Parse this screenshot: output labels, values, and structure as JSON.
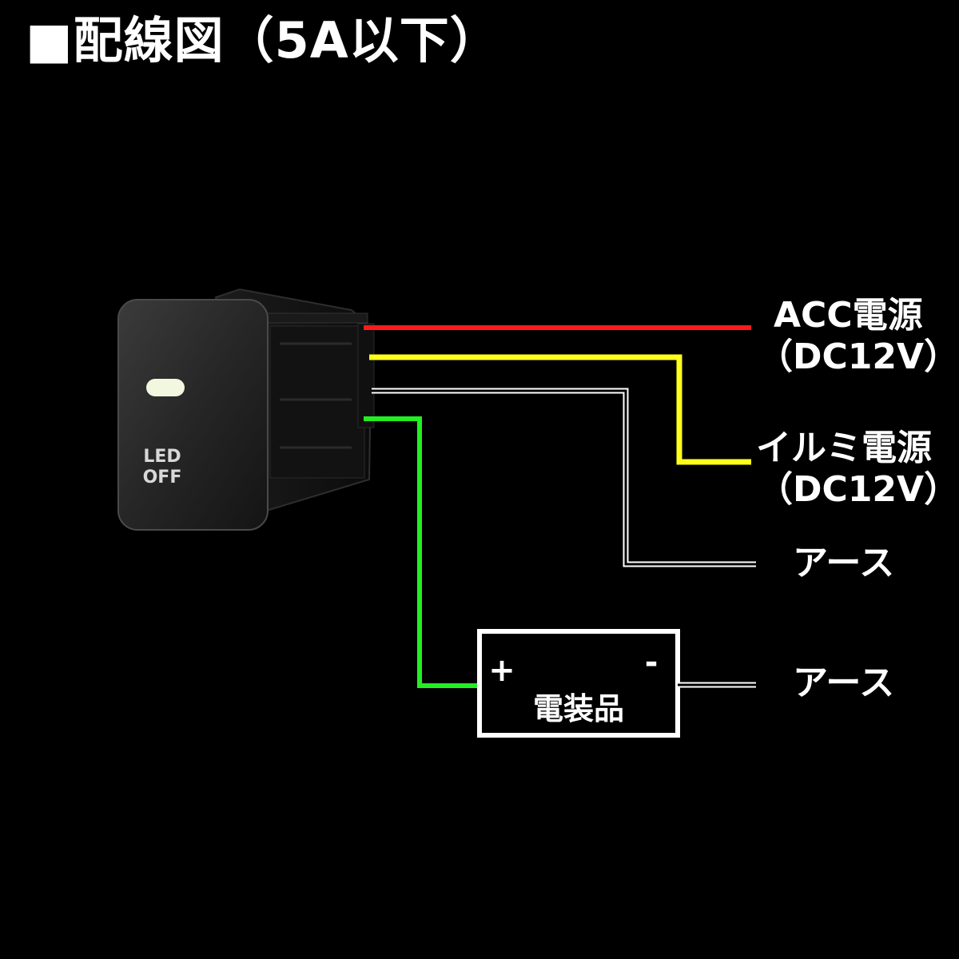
{
  "title": "■配線図（5A以下）",
  "switch": {
    "line1": "LED",
    "line2": "OFF",
    "indicator_color": "#f2f7e0"
  },
  "wires": [
    {
      "id": "acc",
      "color": "#ff1a1a",
      "label_lines": [
        "ACC電源",
        "（DC12V）"
      ]
    },
    {
      "id": "illumi",
      "color": "#ffff1a",
      "label_lines": [
        "イルミ電源",
        "（DC12V）"
      ]
    },
    {
      "id": "ground1",
      "color": "#ffffff",
      "label_lines": [
        "アース"
      ]
    },
    {
      "id": "load",
      "color": "#22ee22",
      "label_lines": []
    }
  ],
  "device": {
    "label": "電装品",
    "plus": "+",
    "minus": "-",
    "ground_label": "アース"
  }
}
